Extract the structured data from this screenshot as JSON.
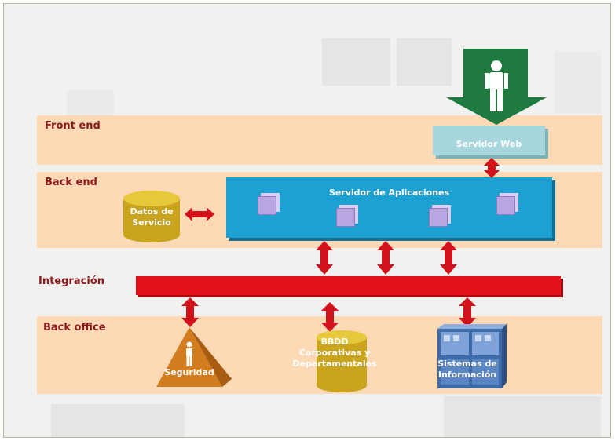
{
  "diagram": {
    "layers": {
      "front_end": "Front end",
      "back_end": "Back end",
      "integration": "Integración",
      "back_office": "Back office"
    },
    "nodes": {
      "web_server": "Servidor Web",
      "app_server": "Servidor de Aplicaciones",
      "service_data": [
        "Datos de",
        "Servicio"
      ],
      "security": "Seguridad",
      "corporate_db": [
        "BBDD",
        "Corporativas y",
        "Departamentales"
      ],
      "info_systems": [
        "Sistemas de",
        "Información"
      ]
    },
    "icons": [
      "user-figure-icon",
      "down-arrow-icon",
      "cube-icon",
      "database-cylinder-icon",
      "pyramid-icon",
      "server-rack-icon",
      "double-arrow-icon"
    ],
    "colors": {
      "band": "#fdd9b5",
      "label": "#8b1a1a",
      "app_server": "#1da1d2",
      "web_server": "#a8d6dd",
      "integration_bar": "#e4121b",
      "connector": "#d2121b",
      "user_arrow": "#1e7a3e",
      "cylinder": "#d6b421",
      "pyramid": "#d07c1f",
      "rack": "#5b86c4"
    }
  }
}
